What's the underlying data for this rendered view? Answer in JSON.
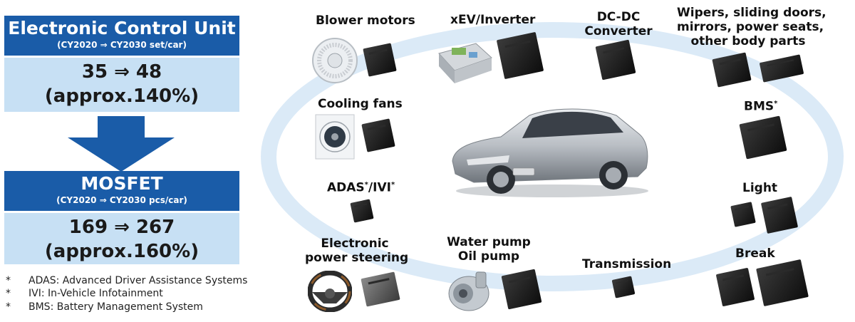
{
  "ecu": {
    "title": "Electronic Control Unit",
    "subtitle": "(CY2020 ⇒ CY2030 set/car)",
    "value": "35 ⇒ 48",
    "approx": "(approx.140%)"
  },
  "mosfet": {
    "title": "MOSFET",
    "subtitle": "(CY2020 ⇒ CY2030 pcs/car)",
    "value": "169 ⇒ 267",
    "approx": "(approx.160%)"
  },
  "notes": [
    {
      "mark": "*",
      "text": "ADAS: Advanced Driver Assistance Systems"
    },
    {
      "mark": "*",
      "text": "IVI: In-Vehicle Infotainment"
    },
    {
      "mark": "*",
      "text": "BMS: Battery Management System"
    }
  ],
  "labels": {
    "blower": "Blower motors",
    "xev": "xEV/Inverter",
    "dcdc1": "DC-DC",
    "dcdc2": "Converter",
    "wipers1": "Wipers, sliding doors,",
    "wipers2": "mirrors, power seats,",
    "wipers3": "other body parts",
    "cooling": "Cooling fans",
    "bms": "BMS",
    "adas": "ADAS",
    "ivi": "/IVI",
    "light": "Light",
    "eps1": "Electronic",
    "eps2": "power steering",
    "water1": "Water pump",
    "water2": "Oil pump",
    "transmission": "Transmission",
    "break": "Break",
    "star": "*"
  },
  "colors": {
    "header_blue": "#1a5ca8",
    "value_bg": "#c7e0f4",
    "ellipse": "#dbeaf7",
    "arrow": "#1a5ca8"
  }
}
